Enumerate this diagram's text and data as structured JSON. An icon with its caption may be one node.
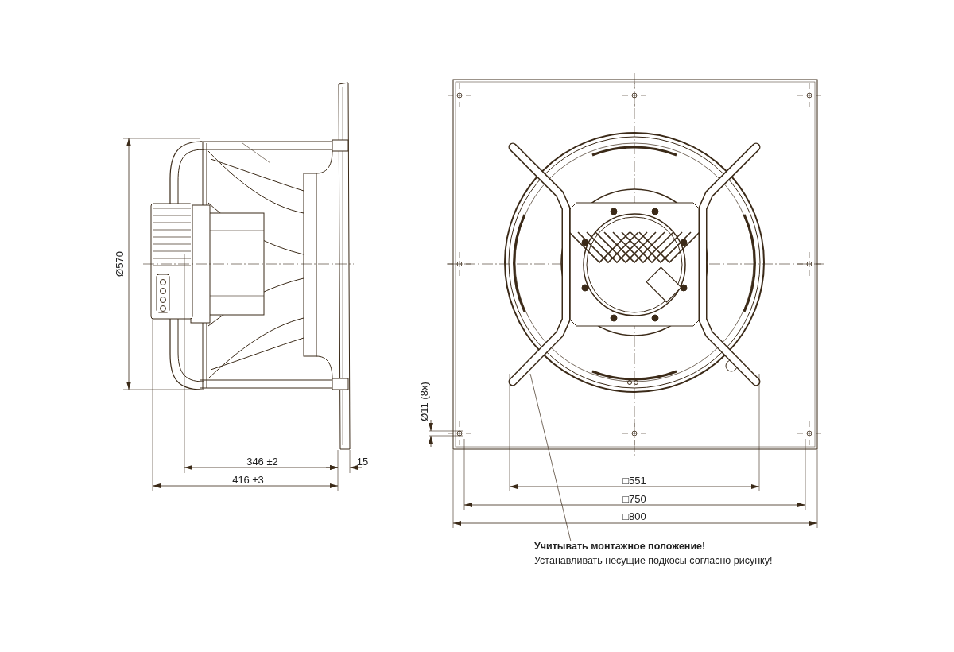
{
  "diagram": {
    "nodes": [
      {
        "text": [
          "Учитывать монтажное положение!",
          "Устанавливать несущие подкосы согласно рисунку!"
        ]
      },
      {
        "text": [],
        "shape": "bar"
      }
    ],
    "edges": [
      {
        "from": 0,
        "to": 1,
        "arrow": "none"
      }
    ],
    "labels": [
      "Ø570",
      "346 ±2",
      "416 ±3",
      "15",
      "Ø11 (8x)",
      "□551",
      "□750",
      "□800"
    ]
  }
}
